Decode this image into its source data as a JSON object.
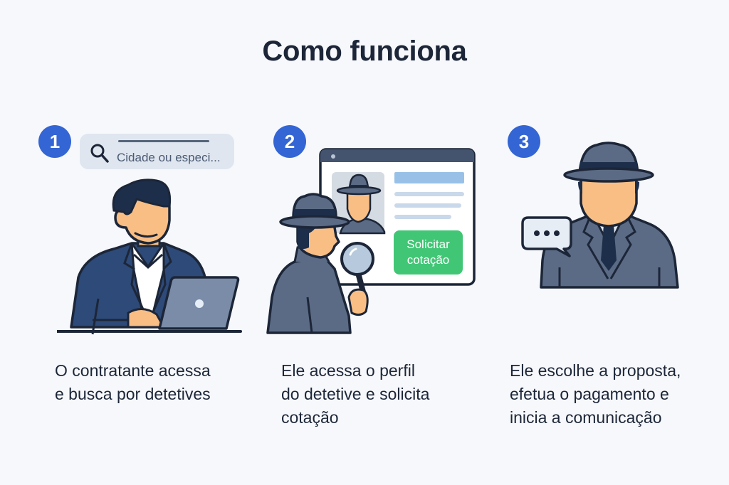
{
  "page": {
    "title": "Como funciona"
  },
  "colors": {
    "background": "#f7f8fb",
    "badge": "#3465d4",
    "text": "#1c2638",
    "cta_green": "#41c676",
    "suit_navy": "#2d4a78",
    "detective_gray": "#5b6b85",
    "skin": "#f9be84"
  },
  "steps": [
    {
      "number": "1",
      "search": {
        "placeholder": "Cidade ou especi...",
        "icon": "search-icon"
      },
      "illustration": "client-at-laptop",
      "caption_lines": [
        "O contratante acessa",
        "e busca por detetives"
      ]
    },
    {
      "number": "2",
      "profile_window": {
        "cta_line1": "Solicitar",
        "cta_line2": "cotação"
      },
      "illustration": "detective-with-magnifier-viewing-profile",
      "caption_lines": [
        "Ele acessa o perfil",
        "do detetive e solicita",
        "cotação"
      ]
    },
    {
      "number": "3",
      "illustration": "detective-with-chat-bubble",
      "chat_icon": "chat-bubble-ellipsis-icon",
      "caption_lines": [
        "Ele escolhe a proposta,",
        "efetua o pagamento e",
        "inicia a comunicação"
      ]
    }
  ]
}
